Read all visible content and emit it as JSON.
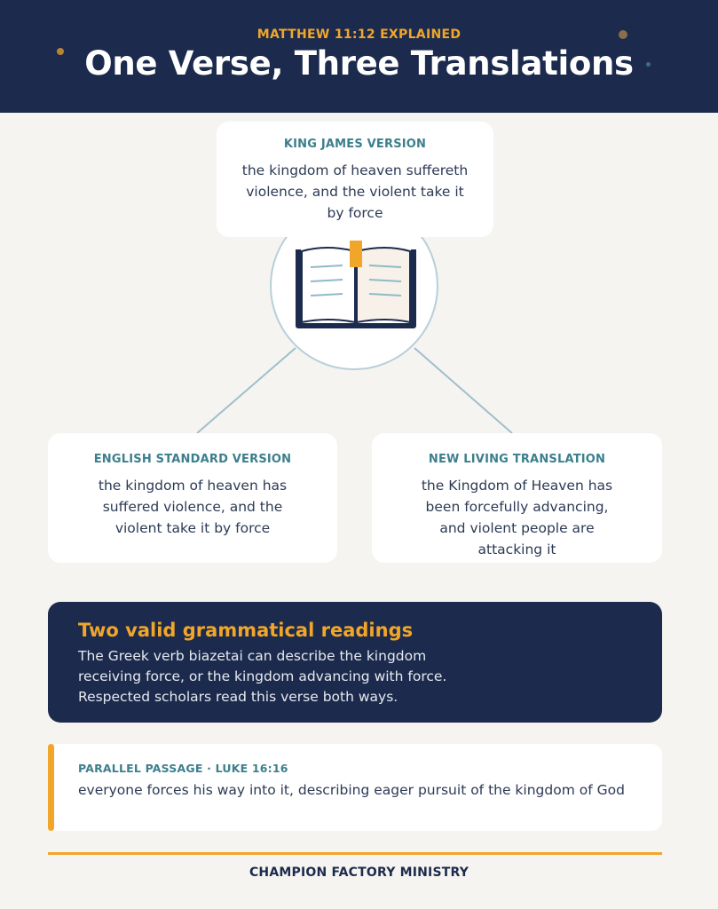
{
  "header": {
    "eyebrow": "MATTHEW 11:12 EXPLAINED",
    "title": "One Verse, Three Translations"
  },
  "translations": {
    "kjv": {
      "label": "KING JAMES VERSION",
      "text": "the kingdom of heaven suffereth violence, and the violent take it by force"
    },
    "esv": {
      "label": "ENGLISH STANDARD VERSION",
      "text": "the kingdom of heaven has suffered violence, and the violent take it by force"
    },
    "nlt": {
      "label": "NEW LIVING TRANSLATION",
      "text": "the Kingdom of Heaven has been forcefully advancing, and violent people are attacking it"
    }
  },
  "readings": {
    "title": "Two valid grammatical readings",
    "text": "The Greek verb biazetai can describe the kingdom receiving force, or the kingdom advancing with force. Respected scholars read this verse both ways."
  },
  "parallel": {
    "label": "PARALLEL PASSAGE · LUKE 16:16",
    "text": "everyone forces his way into it, describing eager pursuit of the kingdom of God"
  },
  "footer": {
    "text": "CHAMPION FACTORY MINISTRY"
  },
  "colors": {
    "navy": "#1c2b4d",
    "gold": "#f2a629",
    "teal": "#3c7f8d",
    "background": "#f6f4f1"
  },
  "icons": {
    "center": "open-book-icon"
  }
}
